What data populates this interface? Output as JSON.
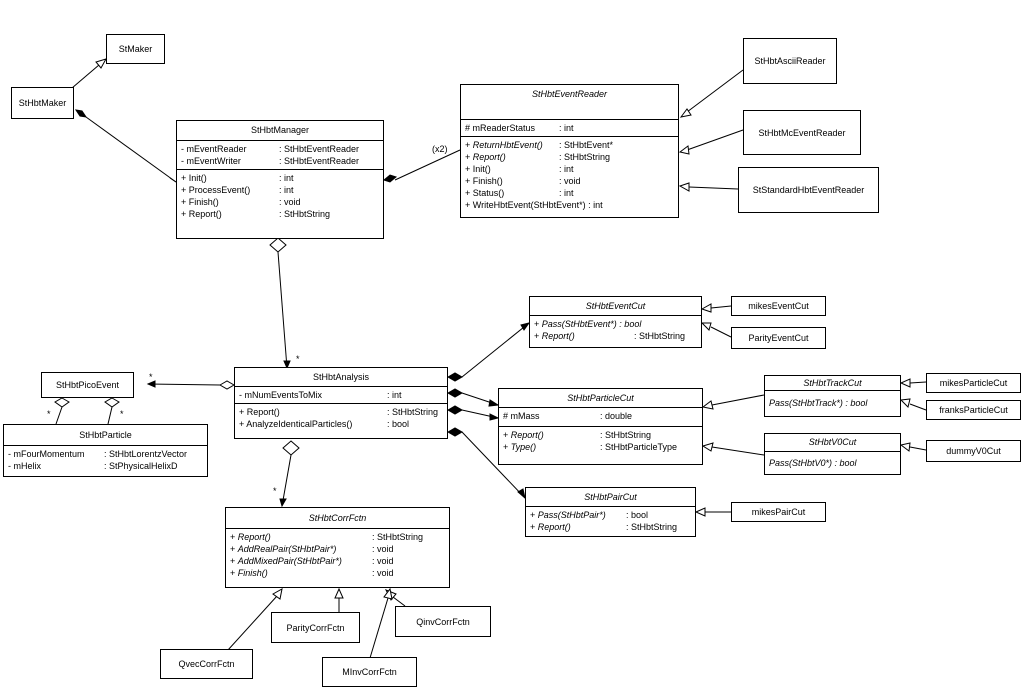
{
  "classes": {
    "stmaker": {
      "name": "StMaker"
    },
    "sthbtmaker": {
      "name": "StHbtMaker"
    },
    "manager": {
      "name": "StHbtManager",
      "attributes": [
        {
          "vis": "-",
          "name": "mEventReader",
          "type": ": StHbtEventReader"
        },
        {
          "vis": "-",
          "name": "mEventWriter",
          "type": ": StHbtEventReader"
        }
      ],
      "operations": [
        {
          "vis": "+",
          "name": "Init()",
          "type": ": int"
        },
        {
          "vis": "+",
          "name": "ProcessEvent()",
          "type": ": int"
        },
        {
          "vis": "+",
          "name": "Finish()",
          "type": ": void"
        },
        {
          "vis": "+",
          "name": "Report()",
          "type": ": StHbtString"
        }
      ]
    },
    "eventreader": {
      "name": "StHbtEventReader",
      "attributes": [
        {
          "vis": "#",
          "name": "mReaderStatus",
          "type": ": int"
        }
      ],
      "operations": [
        {
          "vis": "+",
          "name": "ReturnHbtEvent()",
          "type": ": StHbtEvent*",
          "italic": true
        },
        {
          "vis": "+",
          "name": "Report()",
          "type": ": StHbtString",
          "italic": true
        },
        {
          "vis": "+",
          "name": "Init()",
          "type": ": int"
        },
        {
          "vis": "+",
          "name": "Finish()",
          "type": ": void"
        },
        {
          "vis": "+",
          "name": "Status()",
          "type": ": int"
        },
        {
          "vis": "+",
          "name": "WriteHbtEvent(StHbtEvent*) : int",
          "type": ""
        }
      ]
    },
    "asciireader": {
      "name": "StHbtAsciiReader"
    },
    "mcreader": {
      "name": "StHbtMcEventReader"
    },
    "stdreader": {
      "name": "StStandardHbtEventReader"
    },
    "eventcut": {
      "name": "StHbtEventCut",
      "operations": [
        {
          "vis": "+",
          "name": "Pass(StHbtEvent*) : bool",
          "type": "",
          "italic": true
        },
        {
          "vis": "+",
          "name": "Report()",
          "type": ": StHbtString",
          "italic": true
        }
      ]
    },
    "mikeseventcut": {
      "name": "mikesEventCut"
    },
    "parityeventcut": {
      "name": "ParityEventCut"
    },
    "analysis": {
      "name": "StHbtAnalysis",
      "attributes": [
        {
          "vis": "-",
          "name": "mNumEventsToMix",
          "type": ": int"
        }
      ],
      "operations": [
        {
          "vis": "+",
          "name": "Report()",
          "type": ": StHbtString"
        },
        {
          "vis": "+",
          "name": "AnalyzeIdenticalParticles()",
          "type": ": bool"
        }
      ]
    },
    "picoevent": {
      "name": "StHbtPicoEvent"
    },
    "particle": {
      "name": "StHbtParticle",
      "attributes": [
        {
          "vis": "-",
          "name": "mFourMomentum",
          "type": ": StHbtLorentzVector"
        },
        {
          "vis": "-",
          "name": "mHelix",
          "type": ": StPhysicalHelixD"
        }
      ]
    },
    "particlecut": {
      "name": "StHbtParticleCut",
      "attributes": [
        {
          "vis": "#",
          "name": "mMass",
          "type": ": double"
        }
      ],
      "operations": [
        {
          "vis": "+",
          "name": "Report()",
          "type": ": StHbtString",
          "italic": true
        },
        {
          "vis": "+",
          "name": "Type()",
          "type": ": StHbtParticleType",
          "italic": true
        }
      ]
    },
    "trackcut": {
      "name": "StHbtTrackCut",
      "operations": [
        {
          "vis": "",
          "name": "Pass(StHbtTrack*) : bool",
          "type": "",
          "italic": true
        }
      ]
    },
    "v0cut": {
      "name": "StHbtV0Cut",
      "operations": [
        {
          "vis": "",
          "name": "Pass(StHbtV0*) : bool",
          "type": "",
          "italic": true
        }
      ]
    },
    "mikesparticlecut": {
      "name": "mikesParticleCut"
    },
    "franksparticlecut": {
      "name": "franksParticleCut"
    },
    "dummyv0cut": {
      "name": "dummyV0Cut"
    },
    "paircut": {
      "name": "StHbtPairCut",
      "operations": [
        {
          "vis": "+",
          "name": "Pass(StHbtPair*)",
          "type": ": bool",
          "italic": true
        },
        {
          "vis": "+",
          "name": "Report()",
          "type": ": StHbtString",
          "italic": true
        }
      ]
    },
    "mikespaircut": {
      "name": "mikesPairCut"
    },
    "corrfctn": {
      "name": "StHbtCorrFctn",
      "operations": [
        {
          "vis": "+",
          "name": "Report()",
          "type": ": StHbtString",
          "italic": true
        },
        {
          "vis": "+",
          "name": "AddRealPair(StHbtPair*)",
          "type": ": void",
          "italic": true
        },
        {
          "vis": "+",
          "name": "AddMixedPair(StHbtPair*)",
          "type": ": void",
          "italic": true
        },
        {
          "vis": "+",
          "name": "Finish()",
          "type": ": void",
          "italic": true
        }
      ]
    },
    "paritycorrfctn": {
      "name": "ParityCorrFctn"
    },
    "qinvcorrfctn": {
      "name": "QinvCorrFctn"
    },
    "qveccorrfctn": {
      "name": "QvecCorrFctn"
    },
    "minvcorrfctn": {
      "name": "MInvCorrFctn"
    }
  },
  "labels": {
    "reader_mult": "(x2)",
    "analysis_mult": "*",
    "pico_mult": "*",
    "particle_mult_left": "*",
    "particle_mult_right": "*",
    "corrfctn_mult": "*"
  }
}
